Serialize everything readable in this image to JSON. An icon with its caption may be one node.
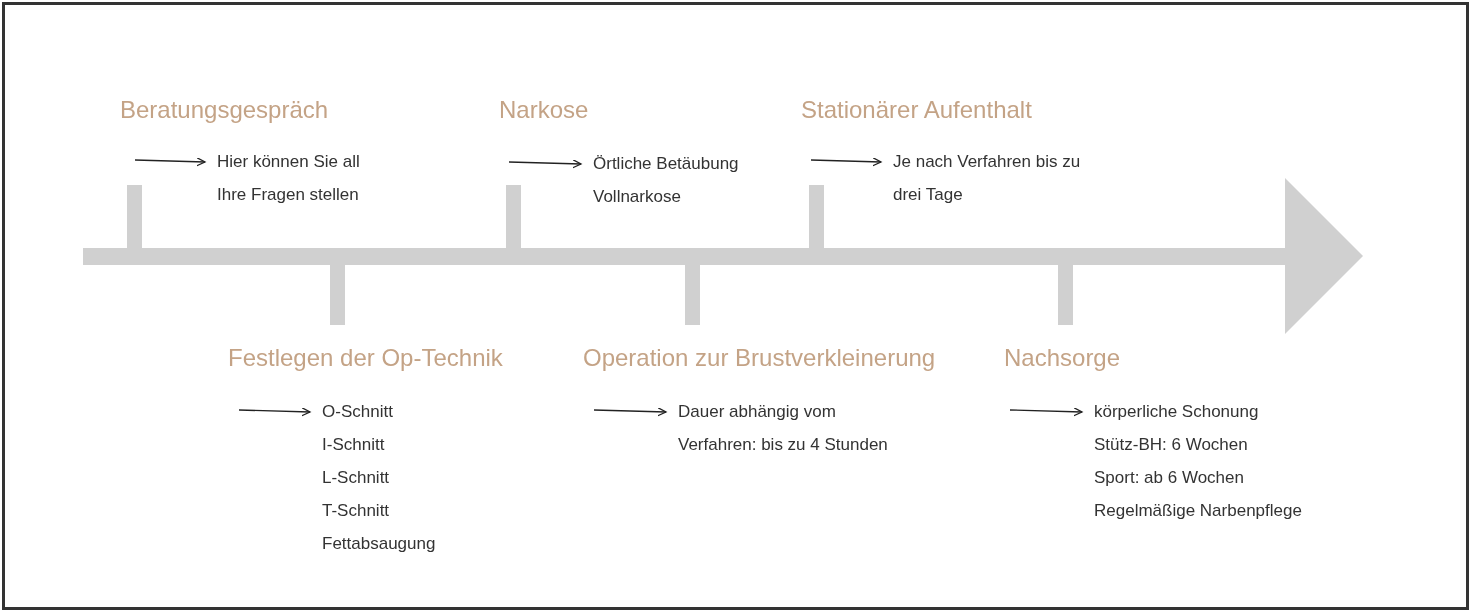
{
  "diagram": {
    "nodes": [
      {
        "text": [
          "Beratungsgespräch"
        ]
      },
      {
        "text": [
          "Hier können Sie all Ihre Fragen stellen"
        ]
      },
      {
        "text": [
          "Festlegen der Op-Technik"
        ]
      },
      {
        "text": [
          "O-Schnitt",
          "I-Schnitt",
          "L-Schnitt",
          "T-Schnitt",
          "Fettabsaugung"
        ]
      },
      {
        "text": [
          "Narkose"
        ]
      },
      {
        "text": [
          "Örtliche Betäubung",
          "Vollnarkose"
        ]
      },
      {
        "text": [
          "Operation zur Brustverkleinerung"
        ]
      },
      {
        "text": [
          "Dauer abhängig vom Verfahren: bis zu 4 Stunden"
        ]
      },
      {
        "text": [
          "Stationärer Aufenthalt"
        ]
      },
      {
        "text": [
          "Je nach Verfahren bis zu drei Tage"
        ]
      },
      {
        "text": [
          "Nachsorge"
        ]
      },
      {
        "text": [
          "körperliche Schonung",
          "Stütz-BH: 6 Wochen",
          "Sport: ab 6 Wochen",
          "Regelmäßige Narbenpflege"
        ]
      }
    ],
    "edges": [
      {
        "from": null,
        "to": 1,
        "arrow": "to"
      },
      {
        "from": null,
        "to": 3,
        "arrow": "to"
      },
      {
        "from": null,
        "to": 5,
        "arrow": "to"
      },
      {
        "from": null,
        "to": 7,
        "arrow": "to"
      },
      {
        "from": null,
        "to": 9,
        "arrow": "to"
      },
      {
        "from": null,
        "to": 11,
        "arrow": "to"
      }
    ]
  }
}
